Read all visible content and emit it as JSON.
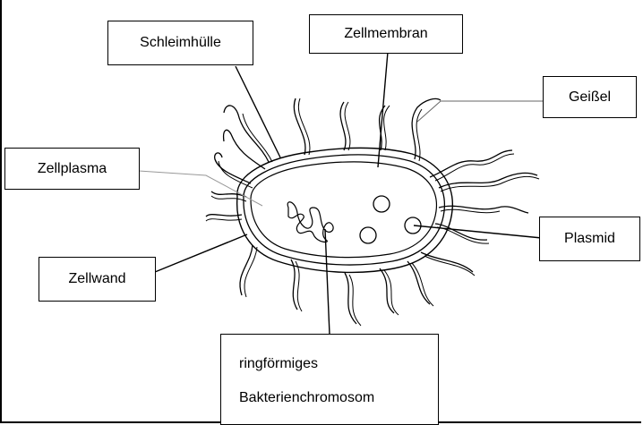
{
  "labels": {
    "schleimhuelle": "Schleimhülle",
    "zellmembran": "Zellmembran",
    "geissel": "Geißel",
    "zellplasma": "Zellplasma",
    "plasmid": "Plasmid",
    "zellwand": "Zellwand",
    "chromosom_line1": "ringförmiges",
    "chromosom_line2": "Bakterienchromosom"
  }
}
